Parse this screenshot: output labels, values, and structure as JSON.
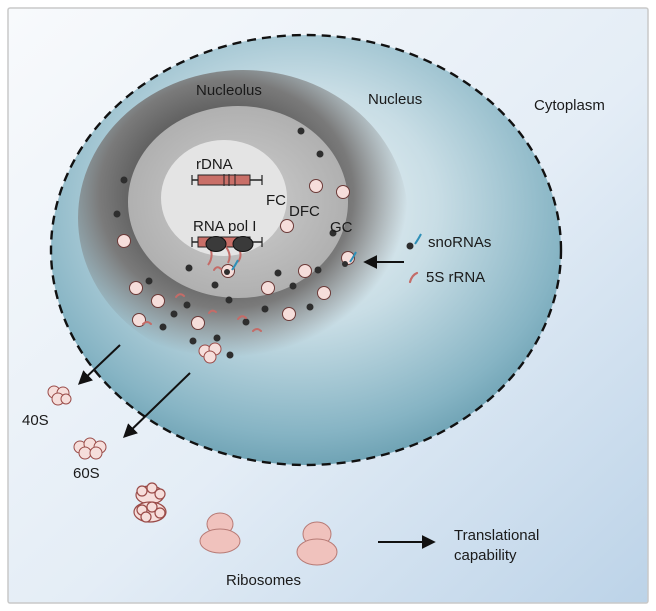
{
  "labels": {
    "cytoplasm": "Cytoplasm",
    "nucleus": "Nucleus",
    "nucleolus": "Nucleolus",
    "rdna": "rDNA",
    "fc": "FC",
    "dfc": "DFC",
    "gc": "GC",
    "rna_pol": "RNA pol I",
    "snornas": "snoRNAs",
    "rrna_5s": "5S rRNA",
    "subunit_40s": "40S",
    "subunit_60s": "60S",
    "ribosomes": "Ribosomes",
    "translational_line1": "Translational",
    "translational_line2": "capability"
  },
  "colors": {
    "cytoplasm_light": "#f7f9fc",
    "cytoplasm_dark": "#c2d6e9",
    "nucleus_light": "#e6f0f4",
    "nucleus_dark": "#6fa4b6",
    "nucleolus_gc_dark": "#545454",
    "dfc": "#bdbdbd",
    "fc": "#e3e3e3",
    "ribosome": "#f1c9c5",
    "ribosome_stroke": "#9a4b48",
    "snorna_dot": "#2e2e2e",
    "snorna_tail": "#2f8fb7",
    "rrna_5s": "#c46c68",
    "rdna_bar": "#c96f68"
  }
}
